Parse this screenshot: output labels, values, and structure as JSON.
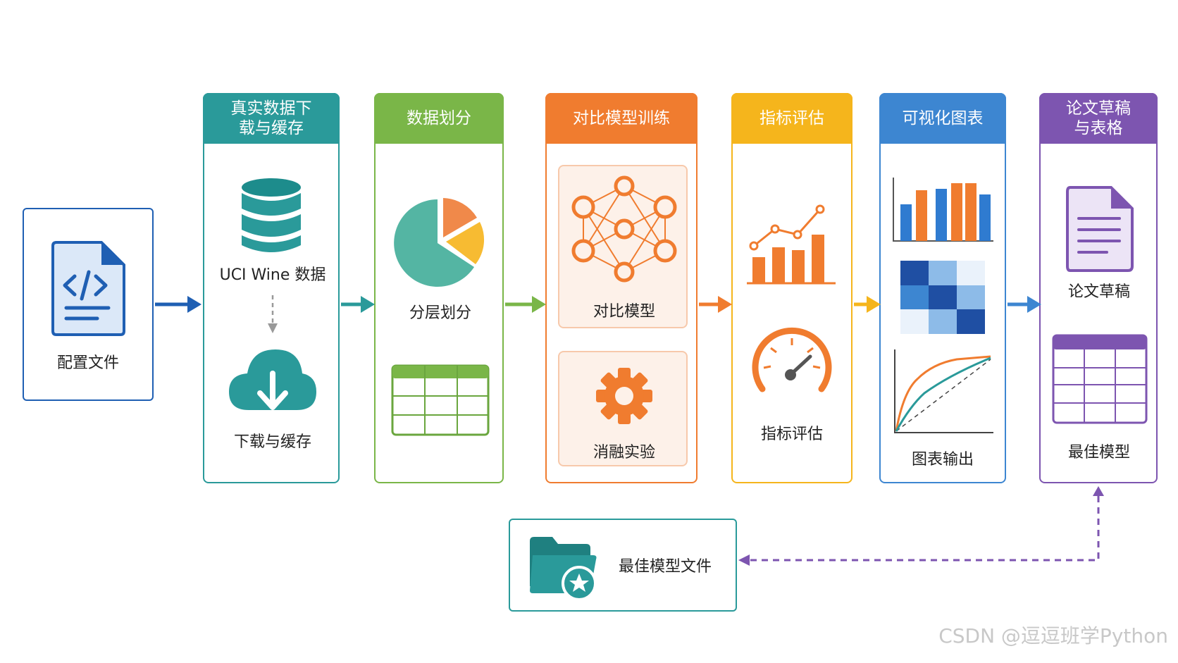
{
  "config": {
    "label": "配置文件"
  },
  "stages": [
    {
      "id": "download",
      "title": "真实数据下\n载与缓存",
      "color": "#2a9a9a",
      "items": [
        {
          "label": "UCI Wine 数据",
          "icon": "database-icon"
        },
        {
          "label": "下载与缓存",
          "icon": "cloud-download-icon"
        }
      ]
    },
    {
      "id": "split",
      "title": "数据划分",
      "color": "#7ab648",
      "items": [
        {
          "label": "分层划分",
          "icon": "pie-chart-icon"
        },
        {
          "label": "",
          "icon": "table-icon"
        }
      ]
    },
    {
      "id": "train",
      "title": "对比模型训练",
      "color": "#f07c2f",
      "items": [
        {
          "label": "对比模型",
          "icon": "neural-network-icon"
        },
        {
          "label": "消融实验",
          "icon": "gear-icon"
        }
      ]
    },
    {
      "id": "eval",
      "title": "指标评估",
      "color": "#f5b51c",
      "items": [
        {
          "label": "",
          "icon": "bar-trend-icon"
        },
        {
          "label": "指标评估",
          "icon": "gauge-icon"
        }
      ]
    },
    {
      "id": "viz",
      "title": "可视化图表",
      "color": "#3d86d1",
      "items": [
        {
          "label": "",
          "icon": "bar-chart-icon"
        },
        {
          "label": "",
          "icon": "heatmap-icon"
        },
        {
          "label": "图表输出",
          "icon": "roc-curve-icon"
        }
      ]
    },
    {
      "id": "paper",
      "title": "论文草稿\n与表格",
      "color": "#7d55b0",
      "items": [
        {
          "label": "论文草稿",
          "icon": "document-icon"
        },
        {
          "label": "最佳模型",
          "icon": "table-icon"
        }
      ]
    }
  ],
  "best_model_file": {
    "label": "最佳模型文件",
    "icon": "folder-star-icon"
  },
  "watermark": "CSDN @逗逗班学Python",
  "colors": {
    "blue": "#1f5fb3",
    "teal": "#2a9a9a",
    "green": "#7ab648",
    "orange": "#f07c2f",
    "yellow": "#f5b51c",
    "sky": "#3d86d1",
    "purple": "#7d55b0"
  }
}
